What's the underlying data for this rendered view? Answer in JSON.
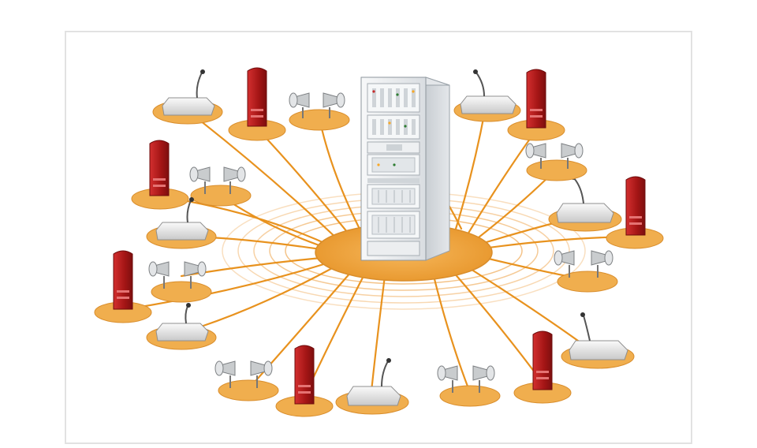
{
  "diagram": {
    "type": "star-topology",
    "center": {
      "kind": "equipment-rack"
    },
    "nodes": [
      {
        "kind": "microphone-console"
      },
      {
        "kind": "column-speaker"
      },
      {
        "kind": "horn-speakers"
      },
      {
        "kind": "column-speaker"
      },
      {
        "kind": "horn-speakers"
      },
      {
        "kind": "microphone-console"
      },
      {
        "kind": "column-speaker"
      },
      {
        "kind": "horn-speakers"
      },
      {
        "kind": "column-speaker"
      },
      {
        "kind": "horn-speakers"
      },
      {
        "kind": "microphone-console"
      },
      {
        "kind": "horn-speakers"
      },
      {
        "kind": "column-speaker"
      },
      {
        "kind": "microphone-console"
      },
      {
        "kind": "horn-speakers"
      },
      {
        "kind": "column-speaker"
      },
      {
        "kind": "microphone-console"
      },
      {
        "kind": "horn-speakers"
      },
      {
        "kind": "column-speaker"
      },
      {
        "kind": "microphone-console"
      }
    ]
  },
  "colors": {
    "background": "#ffffff",
    "frame_border": "#e2e2e2",
    "cable": "#e8921e",
    "platform": "#f0ae4e",
    "platform_edge": "#d98d2b",
    "ring": "#f2b873",
    "speaker_red": "#b71c1c",
    "rack_body": "#e9ecef",
    "rack_panel": "#f5f7f8"
  }
}
